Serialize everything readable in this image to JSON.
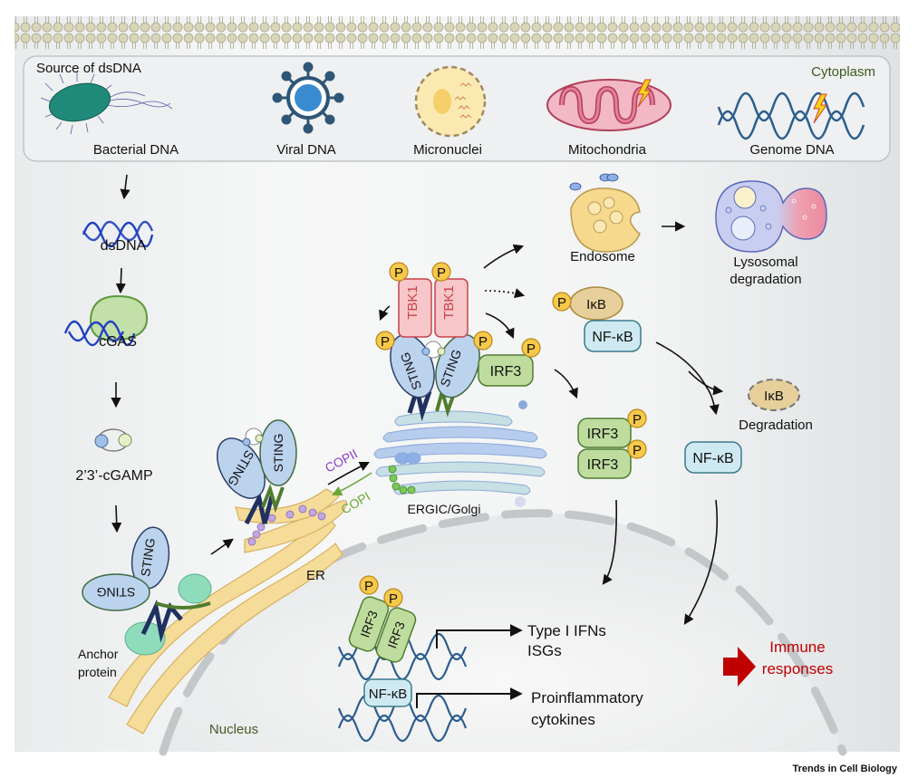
{
  "figure": {
    "credit": "Trends in Cell Biology",
    "compartments": {
      "cytoplasm": "Cytoplasm",
      "nucleus": "Nucleus",
      "er": "ER",
      "golgi": "ERGIC/Golgi"
    },
    "sources": {
      "title": "Source of dsDNA",
      "items": [
        {
          "label": "Bacterial DNA",
          "icon": "bacterium-icon"
        },
        {
          "label": "Viral DNA",
          "icon": "virus-icon"
        },
        {
          "label": "Micronuclei",
          "icon": "micronucleus-icon"
        },
        {
          "label": "Mitochondria",
          "icon": "mitochondrion-icon"
        },
        {
          "label": "Genome DNA",
          "icon": "dna-damage-icon"
        }
      ]
    },
    "pathway": {
      "dsdna": "dsDNA",
      "cgas": "cGAS",
      "cgamp": "2’3’-cGAMP",
      "sting": "STING",
      "anchor": "Anchor\nprotein",
      "anchor_l1": "Anchor",
      "anchor_l2": "protein",
      "copii": "COPII",
      "copi": "COPI",
      "tbk1": "TBK1",
      "p": "P",
      "irf3": "IRF3",
      "ikb": "IκB",
      "nfkb": "NF-κB",
      "endosome": "Endosome",
      "lyso_l1": "Lysosomal",
      "lyso_l2": "degradation",
      "degradation": "Degradation"
    },
    "outputs": {
      "ifn_l1": "Type I IFNs",
      "ifn_l2": "ISGs",
      "cyto_l1": "Proinflammatory",
      "cyto_l2": "cytokines",
      "immune_l1": "Immune",
      "immune_l2": "responses"
    },
    "colors": {
      "dna": "#2a5aa8",
      "sting_fill": "#bcd3ee",
      "tbk1_fill": "#f6c6c8",
      "tbk1_stroke": "#c8434b",
      "irf3_fill": "#bfdc9f",
      "p_fill": "#f6c94a",
      "nfkb_fill": "#cfe9f2",
      "ikb_fill": "#e6cf9a",
      "immune": "#c00000",
      "cytoplasm_label": "#3d5a1e"
    }
  }
}
